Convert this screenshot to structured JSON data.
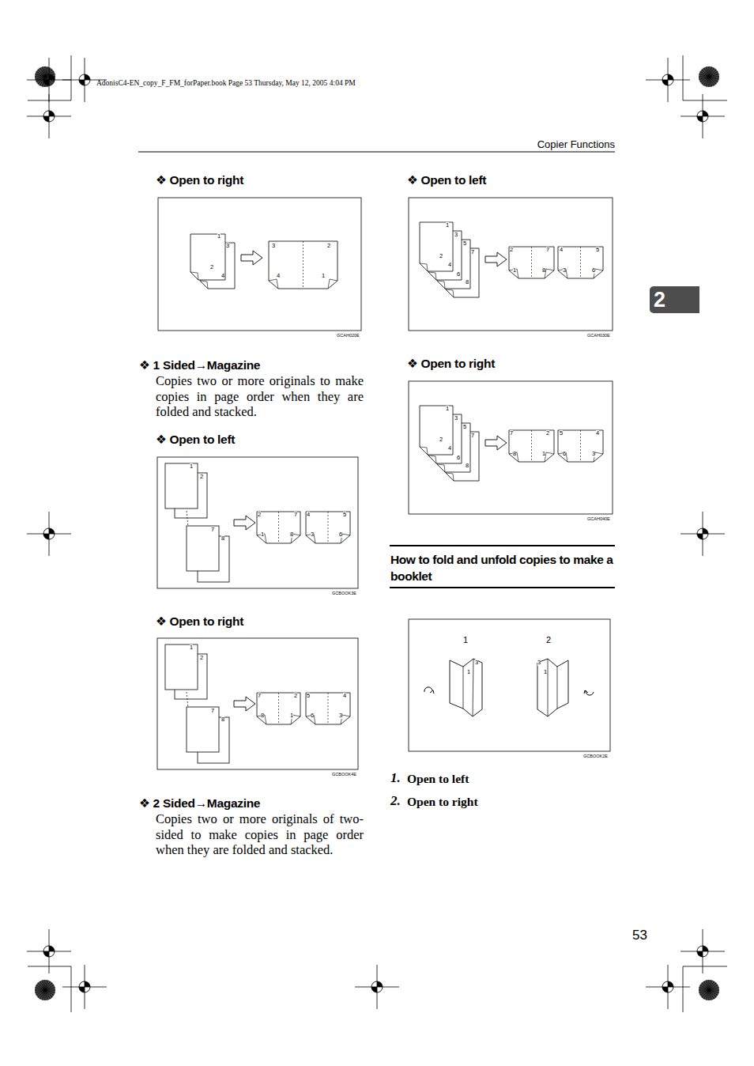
{
  "diagram": {
    "nodes": [
      {
        "text": [
          "2"
        ]
      }
    ],
    "labels": [
      "AdonisC4-EN_copy_F_FM_forPaper.book  Page 53  Thursday, May 12, 2005  4:04 PM",
      "Copier Functions",
      "❖ Open to right",
      "1",
      "3",
      "2",
      "4",
      "3",
      "2",
      "4",
      "1",
      "GCAH020E",
      "❖ 1 Sided→Magazine",
      "Copies two or more originals to make copies in page order when they are folded and stacked.",
      "❖ Open to left",
      "1",
      "2",
      "7",
      "8",
      "2",
      "7",
      "1",
      "8",
      "4",
      "5",
      "3",
      "6",
      "GCBOOK3E",
      "❖ Open to right",
      "1",
      "2",
      "7",
      "8",
      "7",
      "2",
      "8",
      "1",
      "5",
      "4",
      "6",
      "3",
      "GCBOOK4E",
      "❖ 2 Sided→Magazine",
      "Copies two or more originals of two-sided to make copies in page order when they are folded and stacked.",
      "❖ Open to left",
      "1",
      "3",
      "5",
      "7",
      "2",
      "4",
      "6",
      "8",
      "2",
      "7",
      "1",
      "8",
      "4",
      "5",
      "3",
      "6",
      "GCAH030E",
      "❖ Open to right",
      "1",
      "3",
      "5",
      "7",
      "2",
      "4",
      "6",
      "8",
      "7",
      "2",
      "8",
      "1",
      "5",
      "4",
      "6",
      "3",
      "GCAH040E",
      "How to fold and unfold copies to make a booklet",
      "1",
      "2",
      "3",
      "1",
      "3",
      "1",
      "GCBOOK2E",
      "1.",
      "Open to left",
      "2.",
      "Open to right",
      "53"
    ]
  }
}
